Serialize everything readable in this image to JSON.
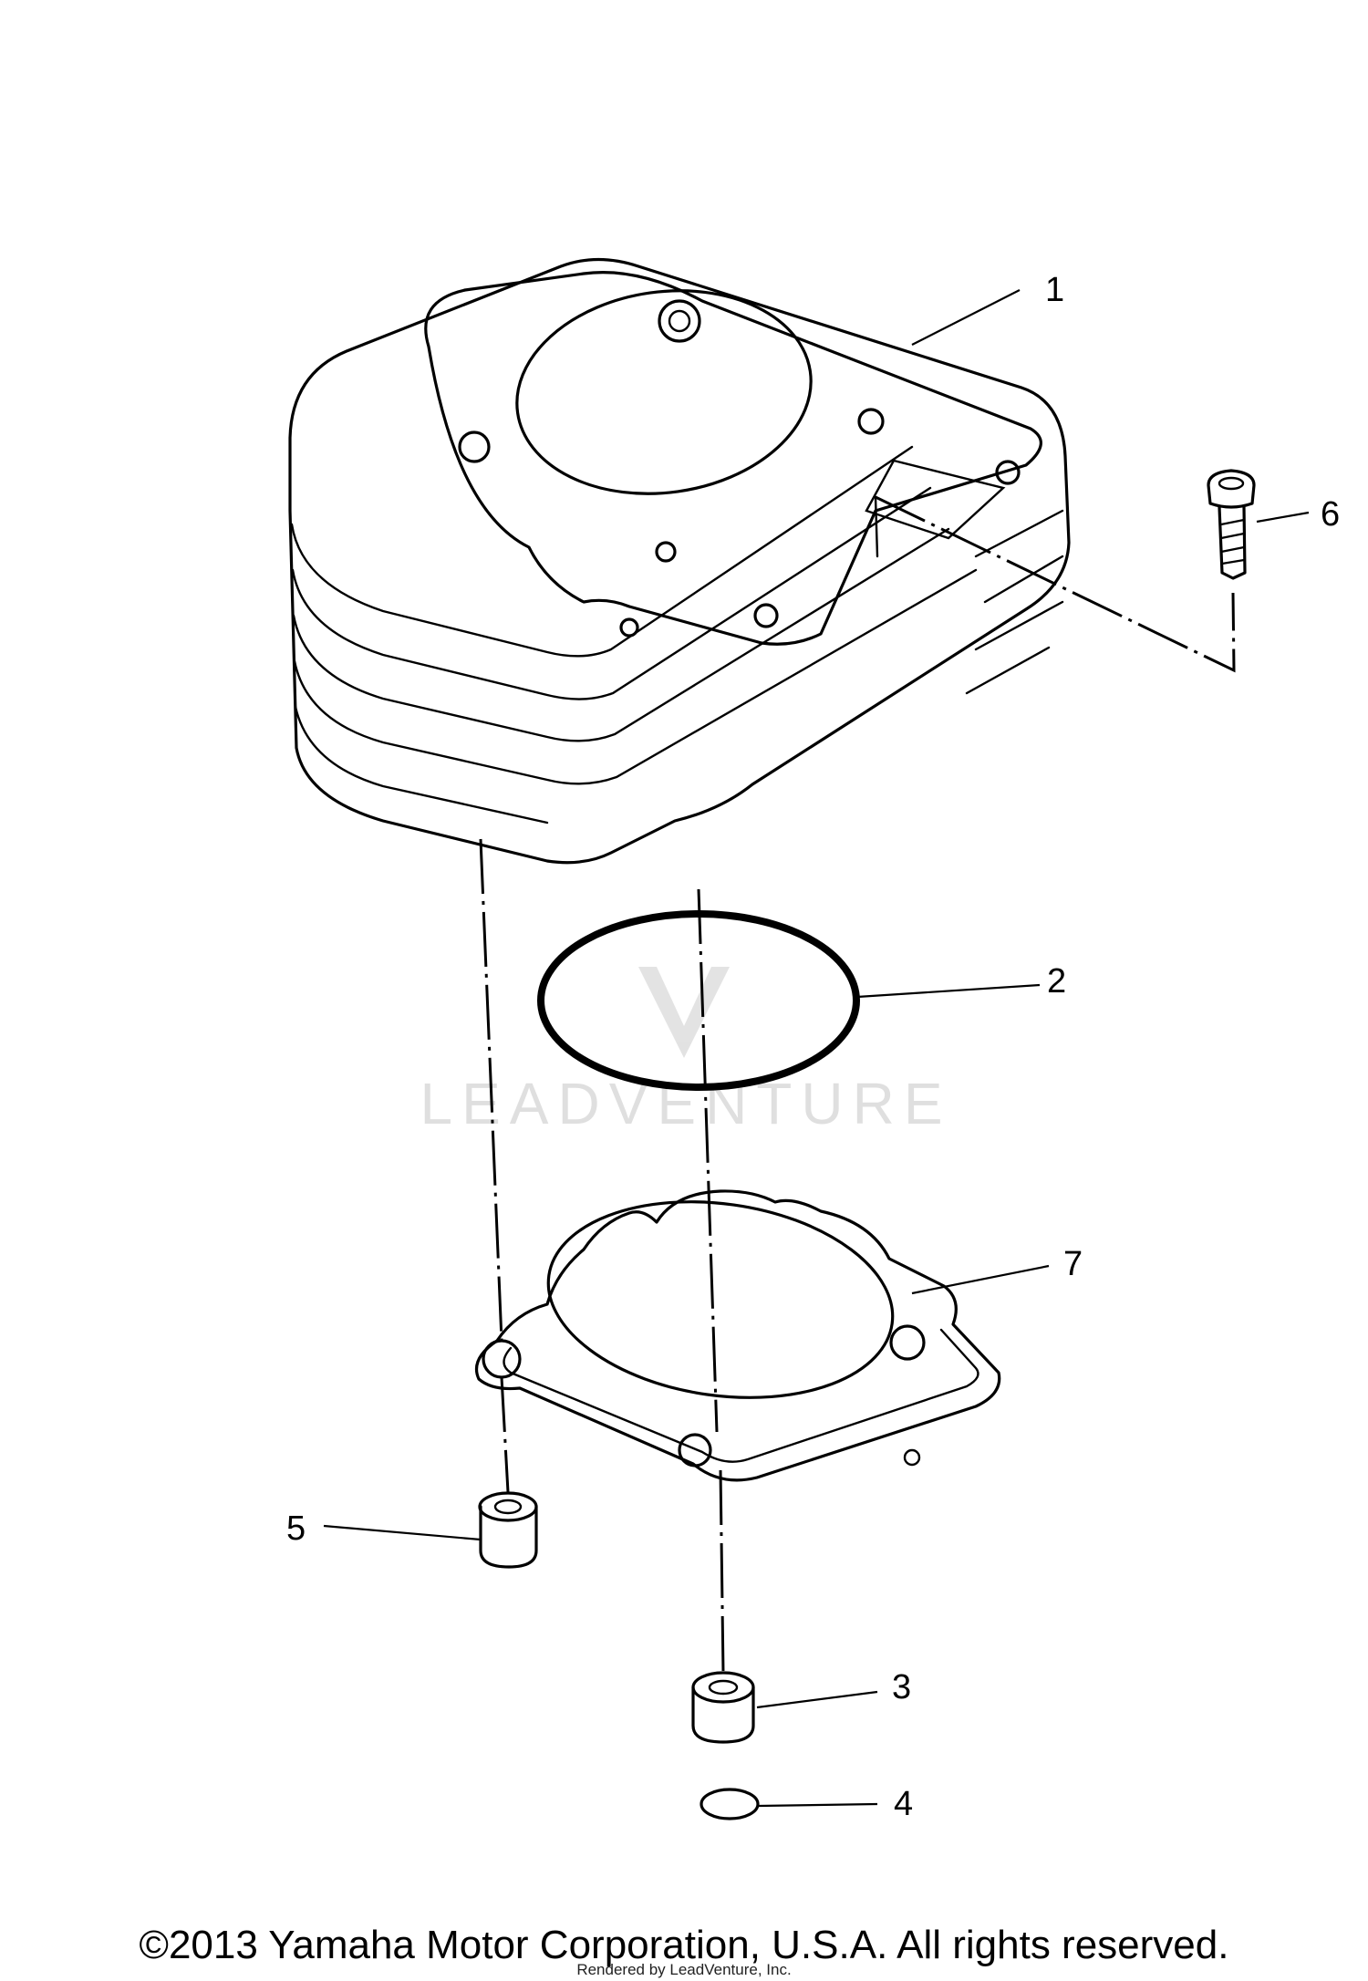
{
  "diagram": {
    "callouts": [
      "1",
      "2",
      "3",
      "4",
      "5",
      "6",
      "7"
    ],
    "watermark": "LEADVENTURE",
    "copyright": "©2013 Yamaha Motor Corporation, U.S.A. All rights reserved.",
    "rendered_by": "Rendered by LeadVenture, Inc."
  }
}
